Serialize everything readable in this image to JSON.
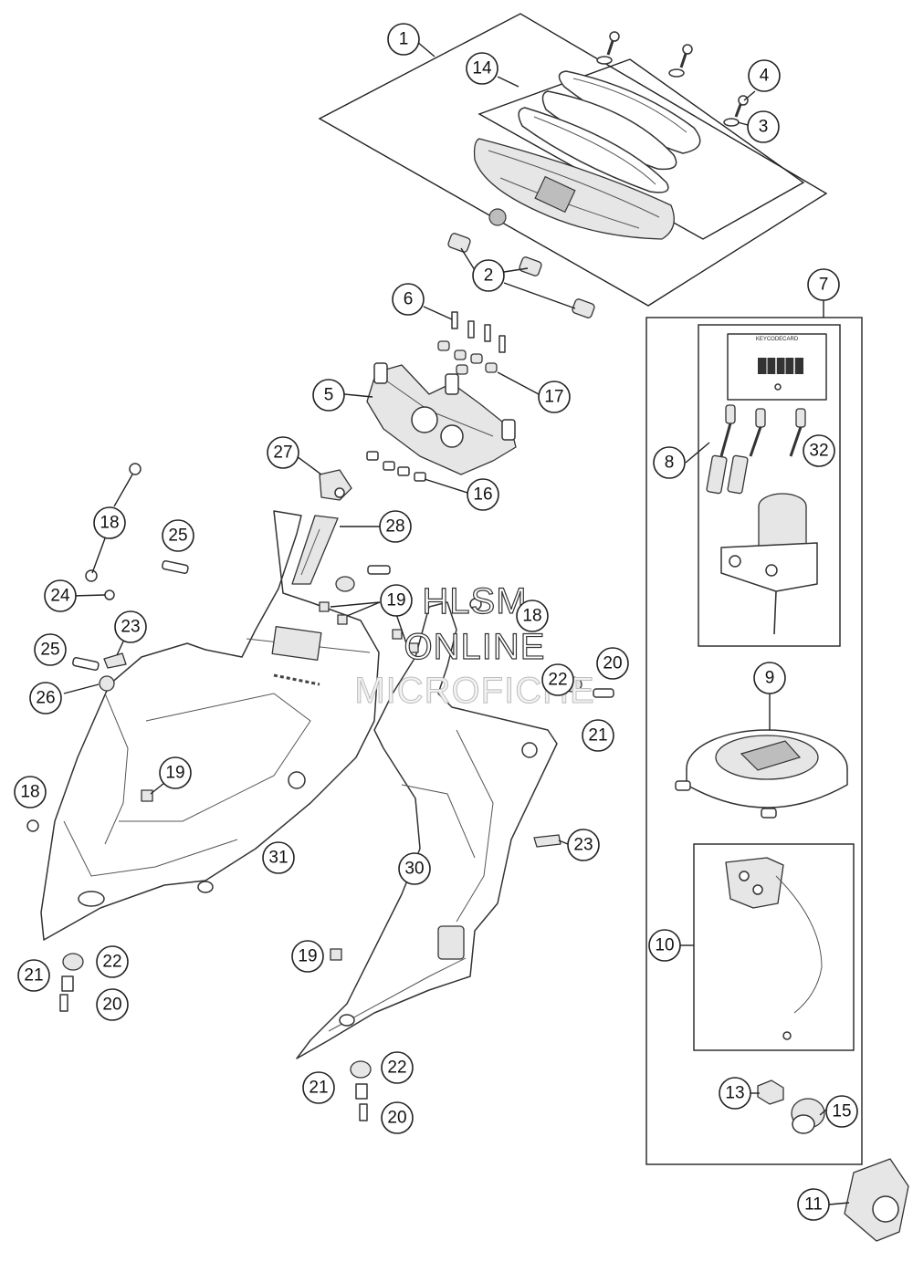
{
  "watermark": {
    "line1": "HLSM",
    "line2": "ONLINE",
    "line3": "MICROFICHE"
  },
  "key_card": {
    "title": "KEYCODECARD"
  },
  "callouts": [
    {
      "id": "c1",
      "label": "1"
    },
    {
      "id": "c2",
      "label": "2"
    },
    {
      "id": "c3",
      "label": "3"
    },
    {
      "id": "c4",
      "label": "4"
    },
    {
      "id": "c5",
      "label": "5"
    },
    {
      "id": "c6",
      "label": "6"
    },
    {
      "id": "c7",
      "label": "7"
    },
    {
      "id": "c8",
      "label": "8"
    },
    {
      "id": "c9",
      "label": "9"
    },
    {
      "id": "c10",
      "label": "10"
    },
    {
      "id": "c11",
      "label": "11"
    },
    {
      "id": "c13",
      "label": "13"
    },
    {
      "id": "c14",
      "label": "14"
    },
    {
      "id": "c15",
      "label": "15"
    },
    {
      "id": "c16",
      "label": "16"
    },
    {
      "id": "c17",
      "label": "17"
    },
    {
      "id": "c18a",
      "label": "18"
    },
    {
      "id": "c18b",
      "label": "18"
    },
    {
      "id": "c18c",
      "label": "18"
    },
    {
      "id": "c19a",
      "label": "19"
    },
    {
      "id": "c19b",
      "label": "19"
    },
    {
      "id": "c19c",
      "label": "19"
    },
    {
      "id": "c20a",
      "label": "20"
    },
    {
      "id": "c20b",
      "label": "20"
    },
    {
      "id": "c20c",
      "label": "20"
    },
    {
      "id": "c21a",
      "label": "21"
    },
    {
      "id": "c21b",
      "label": "21"
    },
    {
      "id": "c21c",
      "label": "21"
    },
    {
      "id": "c22a",
      "label": "22"
    },
    {
      "id": "c22b",
      "label": "22"
    },
    {
      "id": "c22c",
      "label": "22"
    },
    {
      "id": "c23a",
      "label": "23"
    },
    {
      "id": "c23b",
      "label": "23"
    },
    {
      "id": "c24",
      "label": "24"
    },
    {
      "id": "c25a",
      "label": "25"
    },
    {
      "id": "c25b",
      "label": "25"
    },
    {
      "id": "c26",
      "label": "26"
    },
    {
      "id": "c27",
      "label": "27"
    },
    {
      "id": "c28",
      "label": "28"
    },
    {
      "id": "c30",
      "label": "30"
    },
    {
      "id": "c31",
      "label": "31"
    },
    {
      "id": "c32",
      "label": "32"
    }
  ]
}
